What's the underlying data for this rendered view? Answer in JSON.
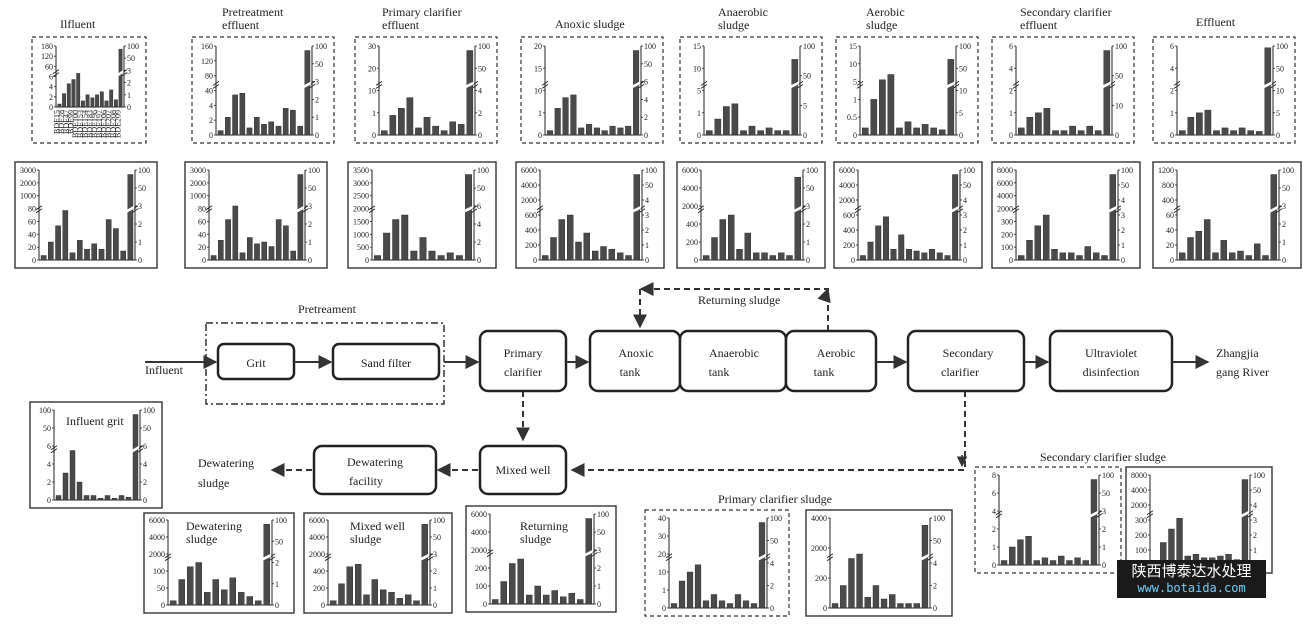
{
  "process": {
    "influent": "Influent",
    "grit": "Grit",
    "sand_filter": "Sand filter",
    "pretreatment": "Pretreament",
    "primary_clarifier": [
      "Primary",
      "clarifier"
    ],
    "anoxic_tank": [
      "Anoxic",
      "tank"
    ],
    "anaerobic_tank": [
      "Anaerobic",
      "tank"
    ],
    "aerobic_tank": [
      "Aerobic",
      "tank"
    ],
    "secondary_clarifier": [
      "Secondary",
      "clarifier"
    ],
    "uv": [
      "Ultraviolet",
      "disinfection"
    ],
    "river": [
      "Zhangjia",
      "gang River"
    ],
    "returning_sludge": "Returning sludge",
    "mixed_well": "Mixed well",
    "dewatering_facility": [
      "Dewatering",
      "facility"
    ],
    "dewatering_sludge": [
      "Dewatering",
      "sludge"
    ]
  },
  "chart_data": [
    {
      "type": "bar",
      "title": [
        "Ilfluent"
      ],
      "left_ticks": [
        "180",
        "120",
        "60",
        "6",
        "4",
        "2",
        "0"
      ],
      "right_ticks": [
        "100",
        "50",
        "3",
        "2",
        "1",
        "0"
      ],
      "values": [
        0.05,
        0.22,
        0.38,
        0.45,
        0.55,
        0.1,
        0.2,
        0.15,
        0.2,
        0.25,
        0.1,
        0.28,
        0.12,
        0.95
      ],
      "category_labels": [
        "BDE15",
        "BDE28",
        "BDE47",
        "BDE99",
        "BDE100",
        "BDE153",
        "BDE154",
        "BDE183",
        "BDE196",
        "BDE197",
        "BDE206",
        "BDE207",
        "BDE208",
        "BDE209"
      ]
    },
    {
      "type": "bar",
      "title": [
        "Pretreatment",
        "effluent"
      ],
      "left_ticks": [
        "160",
        "120",
        "80",
        "40",
        "4",
        "2",
        "0"
      ],
      "right_ticks": [
        "100",
        "50",
        "3",
        "2",
        "1",
        "0"
      ],
      "values": [
        0.05,
        0.2,
        0.45,
        0.47,
        0.08,
        0.2,
        0.12,
        0.15,
        0.1,
        0.3,
        0.28,
        0.1,
        0.95
      ]
    },
    {
      "type": "bar",
      "title": [
        "Primary clarifier",
        "effluent"
      ],
      "left_ticks": [
        "30",
        "20",
        "10",
        "1",
        "0"
      ],
      "right_ticks": [
        "100",
        "50",
        "4",
        "2",
        "0"
      ],
      "values": [
        0.05,
        0.22,
        0.3,
        0.42,
        0.08,
        0.2,
        0.1,
        0.05,
        0.15,
        0.12,
        0.95
      ]
    },
    {
      "type": "bar",
      "title": [
        "Anoxic sludge"
      ],
      "left_ticks": [
        "20",
        "15",
        "10",
        "1",
        "0"
      ],
      "right_ticks": [
        "100",
        "50",
        "6",
        "4",
        "2",
        "0"
      ],
      "values": [
        0.05,
        0.3,
        0.42,
        0.45,
        0.08,
        0.12,
        0.08,
        0.05,
        0.1,
        0.08,
        0.1,
        0.95
      ]
    },
    {
      "type": "bar",
      "title": [
        "Anaerobic",
        "sludge"
      ],
      "left_ticks": [
        "15",
        "10",
        "5",
        "1",
        "0"
      ],
      "right_ticks": [
        "100",
        "50",
        "5",
        "0"
      ],
      "values": [
        0.05,
        0.18,
        0.32,
        0.35,
        0.05,
        0.1,
        0.05,
        0.08,
        0.05,
        0.05,
        0.85
      ]
    },
    {
      "type": "bar",
      "title": [
        "Aerobic",
        "sludge"
      ],
      "left_ticks": [
        "15",
        "10",
        "5",
        "1",
        "0.5",
        "0"
      ],
      "right_ticks": [
        "100",
        "50",
        "10",
        "5",
        "0"
      ],
      "values": [
        0.08,
        0.4,
        0.62,
        0.68,
        0.08,
        0.15,
        0.08,
        0.12,
        0.08,
        0.06,
        0.85
      ]
    },
    {
      "type": "bar",
      "title": [
        "Secondary clarifier",
        "effluent"
      ],
      "left_ticks": [
        "6",
        "4",
        "2",
        "1",
        "0"
      ],
      "right_ticks": [
        "100",
        "50",
        "10",
        "0"
      ],
      "values": [
        0.08,
        0.2,
        0.25,
        0.3,
        0.05,
        0.05,
        0.1,
        0.05,
        0.1,
        0.05,
        0.95
      ]
    },
    {
      "type": "bar",
      "title": [
        "Effluent"
      ],
      "left_ticks": [
        "6",
        "4",
        "2",
        "1",
        "0"
      ],
      "right_ticks": [
        "100",
        "50",
        "10",
        "5",
        "0"
      ],
      "values": [
        0.05,
        0.2,
        0.25,
        0.28,
        0.05,
        0.08,
        0.05,
        0.08,
        0.05,
        0.04,
        0.98
      ]
    },
    {
      "type": "bar",
      "title": [],
      "left_ticks": [
        "3000",
        "2000",
        "1000",
        "80",
        "60",
        "40",
        "20",
        "0"
      ],
      "right_ticks": [
        "100",
        "50",
        "3",
        "2",
        "1",
        "0"
      ],
      "values": [
        0.05,
        0.2,
        0.38,
        0.55,
        0.08,
        0.22,
        0.12,
        0.18,
        0.12,
        0.45,
        0.35,
        0.1,
        0.95
      ]
    },
    {
      "type": "bar",
      "title": [],
      "left_ticks": [
        "3000",
        "2000",
        "1000",
        "80",
        "60",
        "40",
        "20",
        "0"
      ],
      "right_ticks": [
        "100",
        "50",
        "3",
        "2",
        "1",
        "0"
      ],
      "values": [
        0.05,
        0.22,
        0.45,
        0.6,
        0.08,
        0.25,
        0.18,
        0.2,
        0.15,
        0.45,
        0.38,
        0.1,
        0.95
      ]
    },
    {
      "type": "bar",
      "title": [],
      "left_ticks": [
        "3500",
        "3000",
        "2500",
        "2000",
        "1500",
        "1000",
        "500",
        "0"
      ],
      "right_ticks": [
        "100",
        "50",
        "6",
        "4",
        "2",
        "0"
      ],
      "values": [
        0.05,
        0.3,
        0.45,
        0.5,
        0.1,
        0.25,
        0.1,
        0.05,
        0.08,
        0.05,
        0.95
      ]
    },
    {
      "type": "bar",
      "title": [],
      "left_ticks": [
        "6000",
        "4000",
        "2000",
        "600",
        "400",
        "200",
        "0"
      ],
      "right_ticks": [
        "100",
        "50",
        "4",
        "3",
        "2",
        "1",
        "0"
      ],
      "values": [
        0.05,
        0.25,
        0.45,
        0.5,
        0.2,
        0.3,
        0.1,
        0.15,
        0.12,
        0.08,
        0.05,
        0.95
      ]
    },
    {
      "type": "bar",
      "title": [],
      "left_ticks": [
        "6000",
        "4000",
        "2000",
        "400",
        "200",
        "0"
      ],
      "right_ticks": [
        "100",
        "50",
        "3",
        "2",
        "1",
        "0"
      ],
      "values": [
        0.05,
        0.25,
        0.45,
        0.5,
        0.12,
        0.3,
        0.08,
        0.08,
        0.05,
        0.08,
        0.05,
        0.92
      ]
    },
    {
      "type": "bar",
      "title": [],
      "left_ticks": [
        "6000",
        "4000",
        "2000",
        "600",
        "400",
        "200",
        "0"
      ],
      "right_ticks": [
        "100",
        "50",
        "4",
        "3",
        "2",
        "1",
        "0"
      ],
      "values": [
        0.05,
        0.2,
        0.38,
        0.48,
        0.12,
        0.28,
        0.12,
        0.1,
        0.08,
        0.12,
        0.08,
        0.05,
        0.95
      ]
    },
    {
      "type": "bar",
      "title": [],
      "left_ticks": [
        "8000",
        "6000",
        "4000",
        "2000",
        "300",
        "200",
        "100",
        "0"
      ],
      "right_ticks": [
        "100",
        "50",
        "4",
        "3",
        "2",
        "1",
        "0"
      ],
      "values": [
        0.05,
        0.22,
        0.38,
        0.5,
        0.12,
        0.08,
        0.08,
        0.05,
        0.15,
        0.08,
        0.05,
        0.95
      ]
    },
    {
      "type": "bar",
      "title": [],
      "left_ticks": [
        "1200",
        "800",
        "400",
        "60",
        "40",
        "20",
        "0"
      ],
      "right_ticks": [
        "100",
        "50",
        "3",
        "2",
        "1",
        "0"
      ],
      "values": [
        0.08,
        0.25,
        0.32,
        0.45,
        0.08,
        0.22,
        0.08,
        0.1,
        0.05,
        0.18,
        0.05,
        0.95
      ]
    },
    {
      "type": "bar",
      "title": [
        "Influent grit"
      ],
      "left_ticks": [
        "100",
        "50",
        "6",
        "4",
        "2",
        "0"
      ],
      "right_ticks": [
        "100",
        "50",
        "6",
        "4",
        "2",
        "0"
      ],
      "values": [
        0.05,
        0.3,
        0.55,
        0.2,
        0.05,
        0.05,
        0.02,
        0.05,
        0.02,
        0.05,
        0.03,
        0.95
      ]
    },
    {
      "type": "bar",
      "title": [
        "Dewatering",
        "sludge"
      ],
      "left_ticks": [
        "6000",
        "4000",
        "2000",
        "100",
        "50",
        "0"
      ],
      "right_ticks": [
        "100",
        "50",
        "2",
        "1",
        "0"
      ],
      "values": [
        0.05,
        0.3,
        0.45,
        0.5,
        0.15,
        0.3,
        0.18,
        0.32,
        0.15,
        0.1,
        0.05,
        0.95
      ]
    },
    {
      "type": "bar",
      "title": [
        "Mixed well",
        "sludge"
      ],
      "left_ticks": [
        "6000",
        "4000",
        "2000",
        "400",
        "200",
        "0"
      ],
      "right_ticks": [
        "100",
        "50",
        "3",
        "2",
        "1",
        "0"
      ],
      "values": [
        0.05,
        0.25,
        0.45,
        0.48,
        0.12,
        0.3,
        0.18,
        0.15,
        0.08,
        0.12,
        0.05,
        0.95
      ]
    },
    {
      "type": "bar",
      "title": [
        "Returning",
        "sludge"
      ],
      "left_ticks": [
        "6000",
        "4000",
        "2000",
        "200",
        "100",
        "0"
      ],
      "right_ticks": [
        "100",
        "50",
        "3",
        "2",
        "1",
        "0"
      ],
      "values": [
        0.05,
        0.25,
        0.45,
        0.5,
        0.1,
        0.2,
        0.1,
        0.15,
        0.08,
        0.12,
        0.05,
        0.95
      ]
    },
    {
      "type": "bar",
      "title": [],
      "left_ticks": [
        "40",
        "30",
        "20",
        "10",
        "1",
        "0"
      ],
      "right_ticks": [
        "100",
        "50",
        "4",
        "2",
        "0"
      ],
      "values": [
        0.05,
        0.3,
        0.4,
        0.48,
        0.08,
        0.15,
        0.08,
        0.05,
        0.15,
        0.08,
        0.05,
        0.95
      ]
    },
    {
      "type": "bar",
      "title": [],
      "left_ticks": [
        "4000",
        "2000",
        "200",
        "0"
      ],
      "right_ticks": [
        "100",
        "50",
        "4",
        "2",
        "0"
      ],
      "values": [
        0.05,
        0.25,
        0.55,
        0.6,
        0.12,
        0.25,
        0.1,
        0.15,
        0.05,
        0.05,
        0.05,
        0.92
      ]
    },
    {
      "type": "bar",
      "title": [],
      "left_ticks": [
        "8",
        "6",
        "4",
        "2",
        "1",
        "0"
      ],
      "right_ticks": [
        "100",
        "50",
        "3",
        "2",
        "1",
        "0"
      ],
      "values": [
        0.05,
        0.2,
        0.28,
        0.32,
        0.05,
        0.08,
        0.05,
        0.1,
        0.05,
        0.08,
        0.05,
        0.95
      ]
    },
    {
      "type": "bar",
      "title": [],
      "left_ticks": [
        "8000",
        "4000",
        "2000",
        "300",
        "200",
        "100",
        "0"
      ],
      "right_ticks": [
        "100",
        "50",
        "4",
        "3",
        "2",
        "1",
        "0"
      ],
      "values": [
        0.05,
        0.25,
        0.4,
        0.52,
        0.1,
        0.12,
        0.08,
        0.08,
        0.1,
        0.12,
        0.06,
        0.95
      ]
    }
  ],
  "captions": {
    "primary_clarifier_sludge": "Primary clarifier sludge",
    "secondary_clarifier_sludge": "Secondary clarifier sludge"
  },
  "watermark": {
    "line1": "陕西博泰达水处理",
    "line2": "www.botaida.com"
  }
}
